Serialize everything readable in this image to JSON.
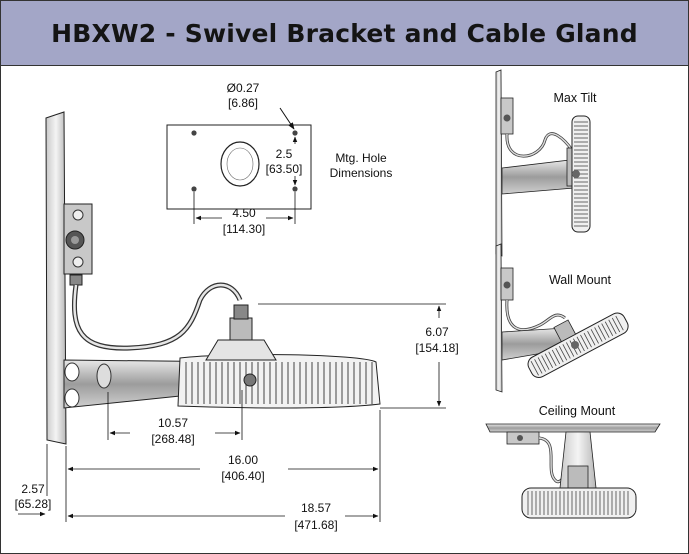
{
  "title": "HBXW2 - Swivel Bracket and Cable Gland",
  "plate": {
    "hole_diameter": "Ø0.27",
    "hole_diameter_mm": "[6.86]",
    "vertical_spacing": "2.5",
    "vertical_spacing_mm": "[63.50]",
    "horizontal_spacing": "4.50",
    "horizontal_spacing_mm": "[114.30]",
    "label_line1": "Mtg. Hole",
    "label_line2": "Dimensions"
  },
  "side_view": {
    "height": "6.07",
    "height_mm": "[154.18]",
    "pivot_offset": "10.57",
    "pivot_offset_mm": "[268.48]",
    "bracket_length": "16.00",
    "bracket_length_mm": "[406.40]",
    "plate_offset": "2.57",
    "plate_offset_mm": "[65.28]",
    "overall_length": "18.57",
    "overall_length_mm": "[471.68]"
  },
  "views": {
    "max_tilt": "Max Tilt",
    "wall_mount": "Wall Mount",
    "ceiling_mount": "Ceiling Mount"
  }
}
